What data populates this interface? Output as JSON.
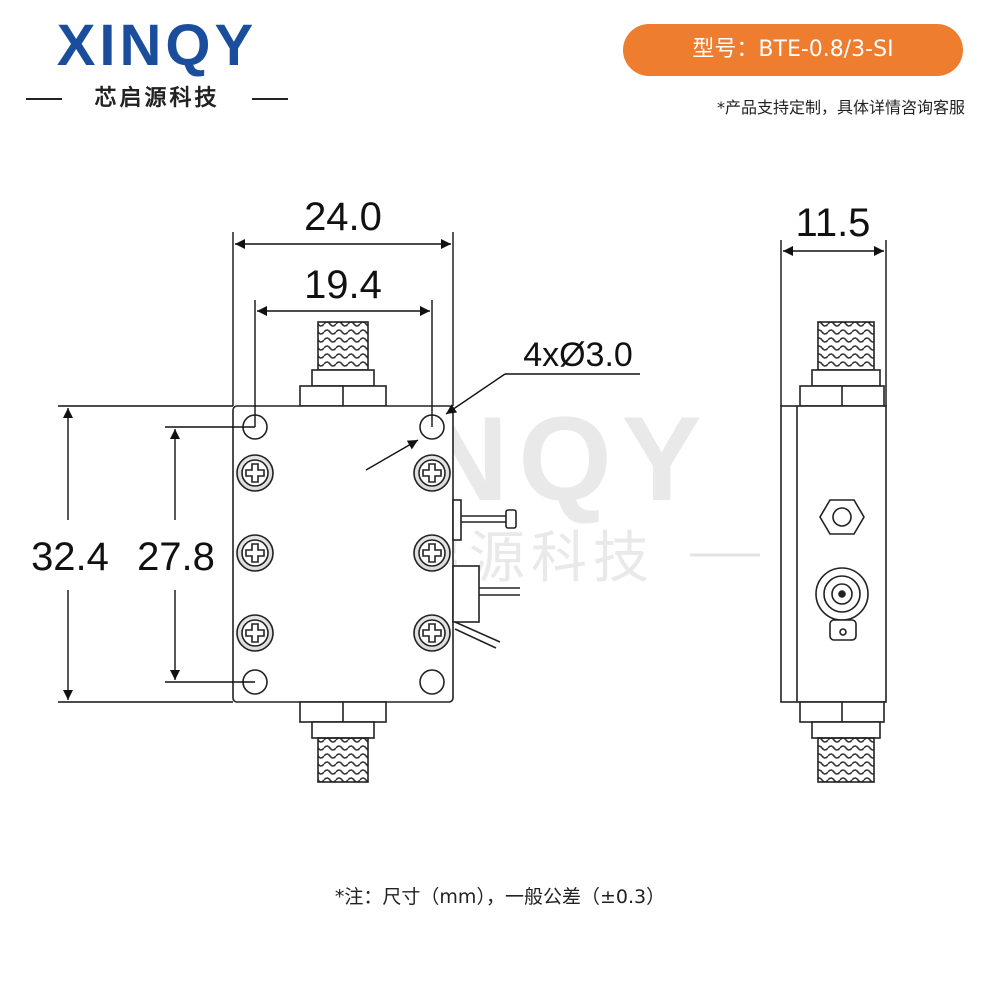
{
  "brand": {
    "logo_text": "XINQY",
    "logo_subtitle": "芯启源科技",
    "primary_color": "#1a4e9c"
  },
  "model": {
    "label": "型号：BTE-0.8/3-SI",
    "pill_color": "#ee7d2f"
  },
  "customization_note": "*产品支持定制，具体详情咨询客服",
  "watermark": {
    "text": "XINQY",
    "subtitle": "芯启源科技"
  },
  "dimensions": {
    "overall_width": "24.0",
    "hole_spacing_width": "19.4",
    "hole_callout": "4xØ3.0",
    "overall_height": "32.4",
    "hole_spacing_height": "27.8",
    "side_thickness": "11.5"
  },
  "tolerance_note": "*注：尺寸（mm），一般公差（±0.3）"
}
